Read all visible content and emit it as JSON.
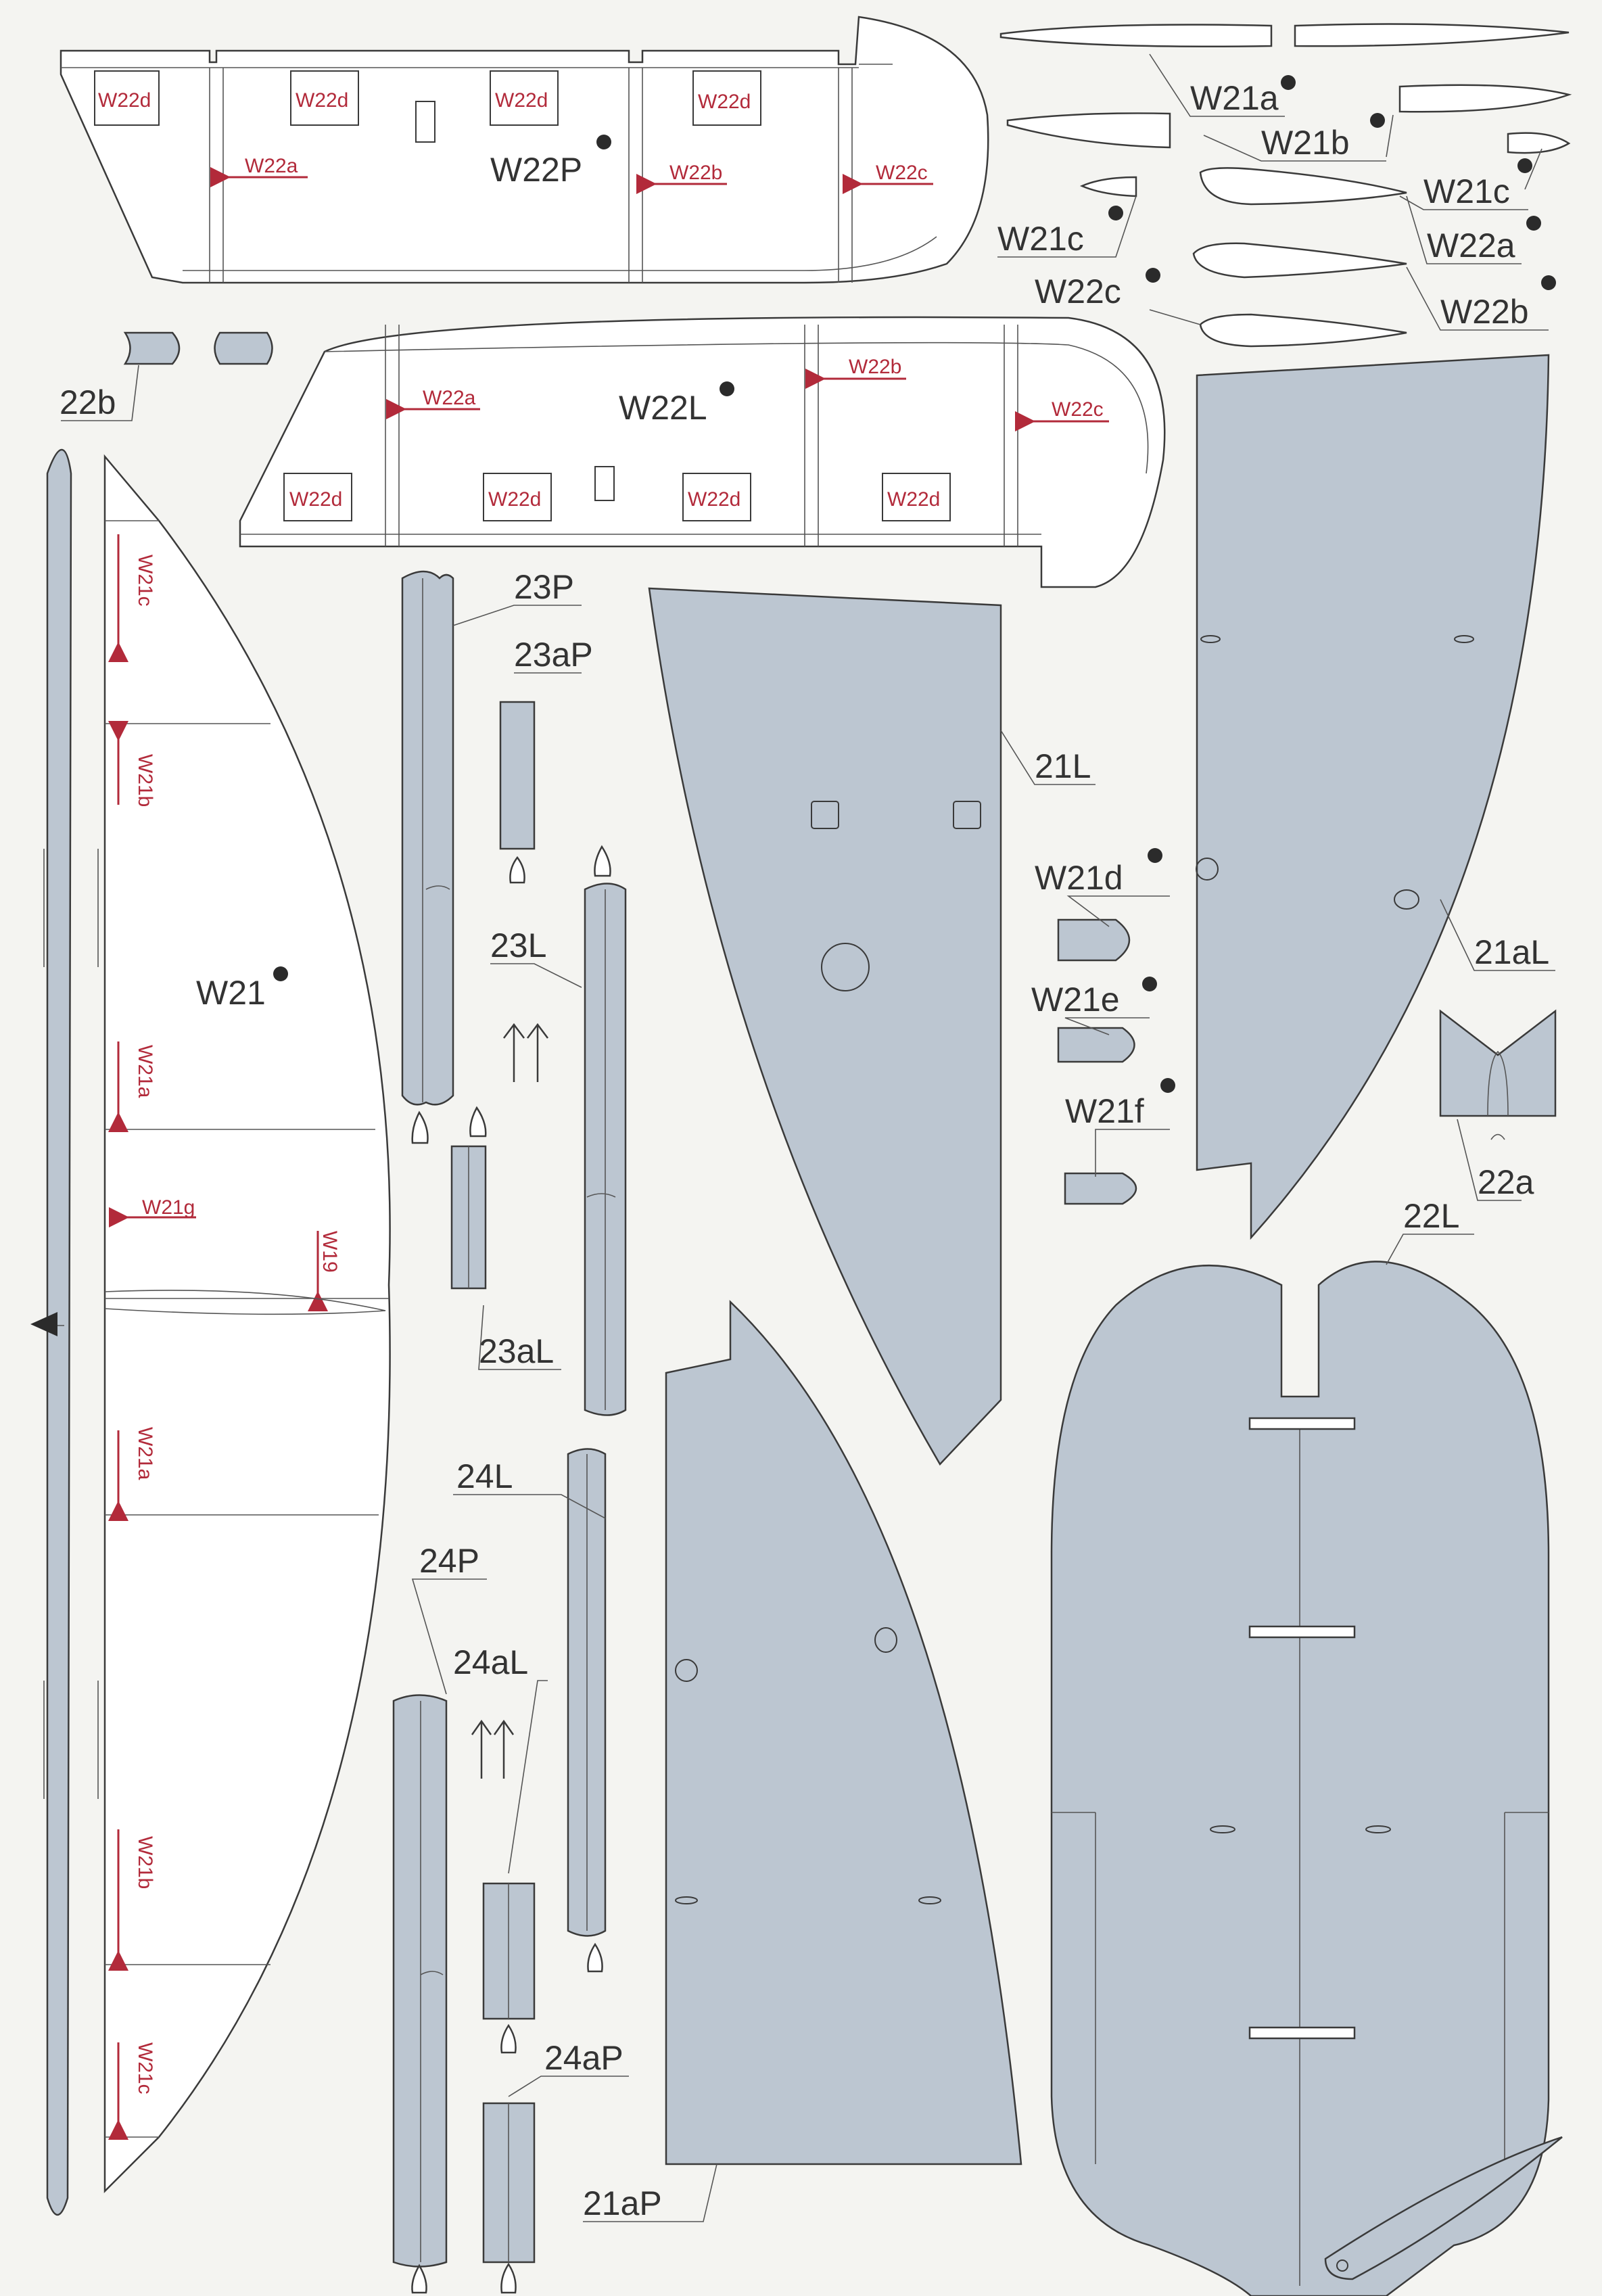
{
  "labels": {
    "W22P": "W22P",
    "W22L": "W22L",
    "W21": "W21",
    "W21a": "W21a",
    "W21b": "W21b",
    "W21c_top": "W21c",
    "W21c_left": "W21c",
    "W22a": "W22a",
    "W22b": "W22b",
    "W22c": "W22c",
    "W21d": "W21d",
    "W21e": "W21e",
    "W21f": "W21f",
    "p22b": "22b",
    "p23P": "23P",
    "p23aP": "23aP",
    "p23L": "23L",
    "p23aL": "23aL",
    "p24L": "24L",
    "p24P": "24P",
    "p24aL": "24aL",
    "p24aP": "24aP",
    "p21L": "21L",
    "p21aL": "21aL",
    "p21aP": "21aP",
    "p22a": "22a",
    "p22L": "22L"
  },
  "tags": {
    "W22d": "W22d",
    "W22a": "W22a",
    "W22b": "W22b",
    "W22c": "W22c",
    "W21a": "W21a",
    "W21b": "W21b",
    "W21c": "W21c",
    "W21g": "W21g",
    "W19": "W19"
  },
  "colors": {
    "part_fill": "#bcc6d1",
    "outline": "#3a3a3a",
    "marker_red": "#b22a3a",
    "paper": "#f4f4f1"
  }
}
